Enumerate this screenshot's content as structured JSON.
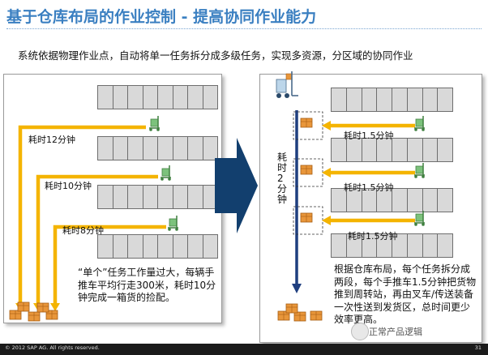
{
  "title": "基于仓库布局的作业控制 - 提高协同作业能力",
  "subtitle": "系统依据物理作业点，自动将单一任务拆分成多级任务，实现多资源，分区域的协同作业",
  "left": {
    "labels": [
      "耗时12分钟",
      "耗时10分钟",
      "耗时8分钟"
    ],
    "note": "“单个”任务工作量过大，每辆手推车平均行走300米，耗时10分钟完成一箱货的捡配。"
  },
  "right": {
    "labels": [
      "耗时1.5分钟",
      "耗时1.5分钟",
      "耗时1.5分钟"
    ],
    "vertical_label": "耗时2分钟",
    "note": "根据仓库布局，每个任务拆分成两段，每个手推车1.5分钟把货物推到周转站，再由叉车/传送装备一次性送到发货区，总时间更少效率更高。"
  },
  "colors": {
    "accent": "#3a7fc1",
    "arrow_orange": "#f4b400",
    "line_navy": "#1f3f7f",
    "box_orange": "#e8963a",
    "big_arrow": "#123f6e"
  },
  "footer": {
    "copyright": "© 2012 SAP AG. All rights reserved.",
    "page": "31"
  },
  "watermark": "正常产品逻辑"
}
